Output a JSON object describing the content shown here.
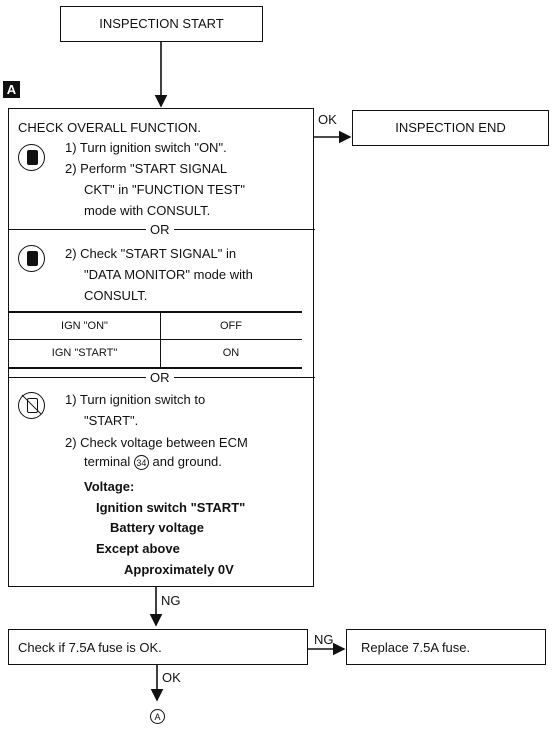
{
  "start": "INSPECTION START",
  "step_tag": "A",
  "end": "INSPECTION END",
  "ok_label": "OK",
  "ng_label": "NG",
  "main": {
    "title": "CHECK OVERALL FUNCTION.",
    "sec1": [
      "1) Turn ignition switch \"ON\".",
      "2) Perform \"START SIGNAL",
      "CKT\" in \"FUNCTION TEST\"",
      "mode with CONSULT."
    ],
    "or": "OR",
    "sec2": [
      "2) Check \"START SIGNAL\" in",
      "\"DATA MONITOR\" mode with",
      "CONSULT."
    ],
    "table": [
      {
        "cond": "IGN \"ON\"",
        "value": "OFF"
      },
      {
        "cond": "IGN \"START\"",
        "value": "ON"
      }
    ],
    "sec3": [
      "1) Turn ignition switch to",
      "\"START\".",
      "2) Check voltage between ECM"
    ],
    "terminal_pre": "terminal",
    "terminal_num": "34",
    "terminal_post": "and ground.",
    "voltage_label": "Voltage:",
    "cond1": "Ignition switch \"START\"",
    "val1": "Battery voltage",
    "cond2": "Except above",
    "val2": "Approximately 0V"
  },
  "fuse_check": "Check if 7.5A fuse is OK.",
  "fuse_replace": "Replace 7.5A fuse.",
  "next_ref": "A"
}
